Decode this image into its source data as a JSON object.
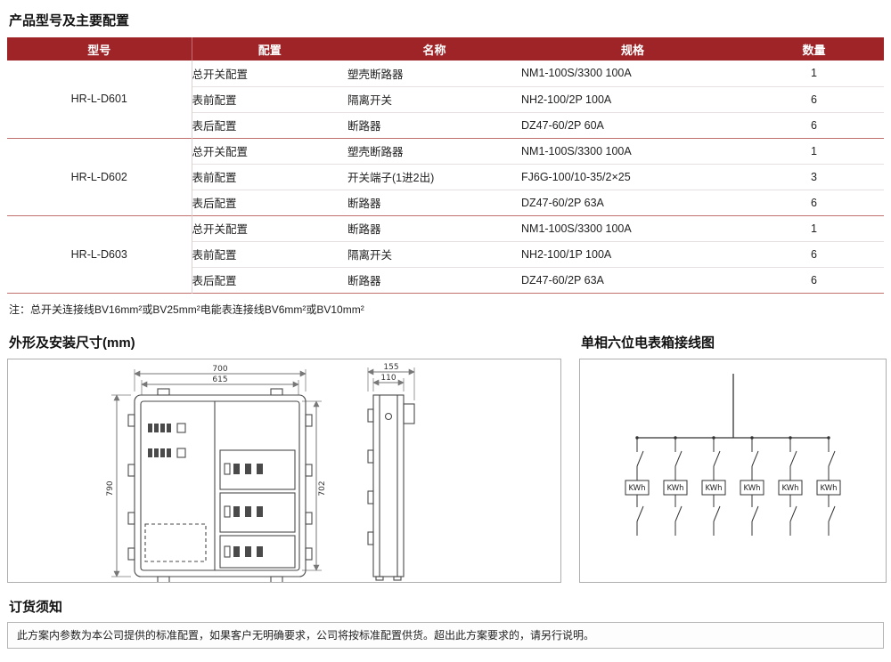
{
  "page": {
    "title": "产品型号及主要配置"
  },
  "table": {
    "headers": [
      "型号",
      "配置",
      "名称",
      "规格",
      "数量"
    ],
    "note": "注：总开关连接线BV16mm²或BV25mm²电能表连接线BV6mm²或BV10mm²",
    "groups": [
      {
        "model": "HR-L-D601",
        "rows": [
          {
            "config": "总开关配置",
            "name": "塑壳断路器",
            "spec": "NM1-100S/3300 100A",
            "qty": "1"
          },
          {
            "config": "表前配置",
            "name": "隔离开关",
            "spec": "NH2-100/2P 100A",
            "qty": "6"
          },
          {
            "config": "表后配置",
            "name": "断路器",
            "spec": "DZ47-60/2P 60A",
            "qty": "6"
          }
        ]
      },
      {
        "model": "HR-L-D602",
        "rows": [
          {
            "config": "总开关配置",
            "name": "塑壳断路器",
            "spec": "NM1-100S/3300 100A",
            "qty": "1"
          },
          {
            "config": "表前配置",
            "name": "开关端子(1进2出)",
            "spec": "FJ6G-100/10-35/2×25",
            "qty": "3"
          },
          {
            "config": "表后配置",
            "name": "断路器",
            "spec": "DZ47-60/2P 63A",
            "qty": "6"
          }
        ]
      },
      {
        "model": "HR-L-D603",
        "rows": [
          {
            "config": "总开关配置",
            "name": "断路器",
            "spec": "NM1-100S/3300 100A",
            "qty": "1"
          },
          {
            "config": "表前配置",
            "name": "隔离开关",
            "spec": "NH2-100/1P 100A",
            "qty": "6"
          },
          {
            "config": "表后配置",
            "name": "断路器",
            "spec": "DZ47-60/2P 63A",
            "qty": "6"
          }
        ]
      }
    ]
  },
  "sections": {
    "dimensions_title": "外形及安装尺寸(mm)",
    "wiring_title": "单相六位电表箱接线图",
    "ordering_title": "订货须知",
    "ordering_text": "此方案内参数为本公司提供的标准配置，如果客户无明确要求，公司将按标准配置供货。超出此方案要求的，请另行说明。"
  },
  "dimensions": {
    "front_total_width": "700",
    "front_inner_width": "615",
    "front_total_height": "790",
    "front_inner_height": "702",
    "side_total_depth": "155",
    "side_inner_depth": "110"
  },
  "wiring": {
    "meter_label": "KWh",
    "meter_count": 6
  },
  "colors": {
    "table_header_bg": "#9e2428",
    "group_divider": "#c0706d"
  }
}
